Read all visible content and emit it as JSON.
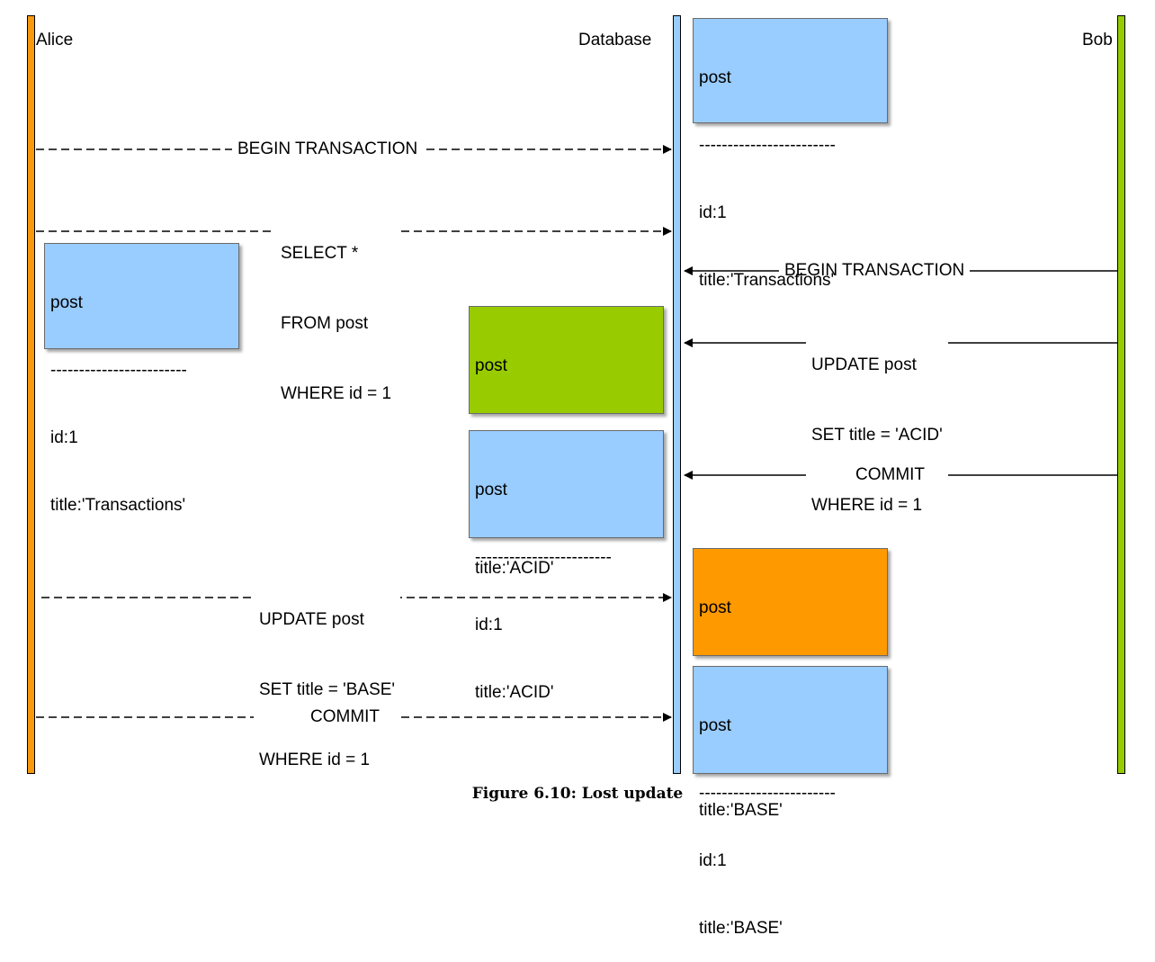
{
  "actors": {
    "alice": "Alice",
    "database": "Database",
    "bob": "Bob"
  },
  "colors": {
    "alice": "#f7990d",
    "database": "#99ccff",
    "bob": "#96cc00",
    "record_blue": "#99ccff",
    "record_green": "#99cc00",
    "record_orange": "#ff9900"
  },
  "records": [
    {
      "table": "post",
      "divider": "------------------------",
      "id": "id:1",
      "title": "title:'Transactions'"
    },
    {
      "table": "post",
      "divider": "------------------------",
      "id": "id:1",
      "title": "title:'Transactions'"
    },
    {
      "table": "post",
      "divider": "------------------------",
      "id": "id:1",
      "title": "title:'ACID'"
    },
    {
      "table": "post",
      "divider": "------------------------",
      "id": "id:1",
      "title": "title:'ACID'"
    },
    {
      "table": "post",
      "divider": "------------------------",
      "id": "id:1",
      "title": "title:'BASE'"
    },
    {
      "table": "post",
      "divider": "------------------------",
      "id": "id:1",
      "title": "title:'BASE'"
    }
  ],
  "messages": {
    "alice_begin": "BEGIN TRANSACTION",
    "alice_select": [
      "SELECT *",
      "FROM post",
      "WHERE id = 1"
    ],
    "bob_begin": "BEGIN TRANSACTION",
    "bob_update": [
      "UPDATE post",
      "SET title = 'ACID'",
      "WHERE id = 1"
    ],
    "bob_commit": "COMMIT",
    "alice_update": [
      "UPDATE post",
      "SET title = 'BASE'",
      "WHERE id = 1"
    ],
    "alice_commit": "COMMIT"
  },
  "caption": "Figure 6.10: Lost update"
}
